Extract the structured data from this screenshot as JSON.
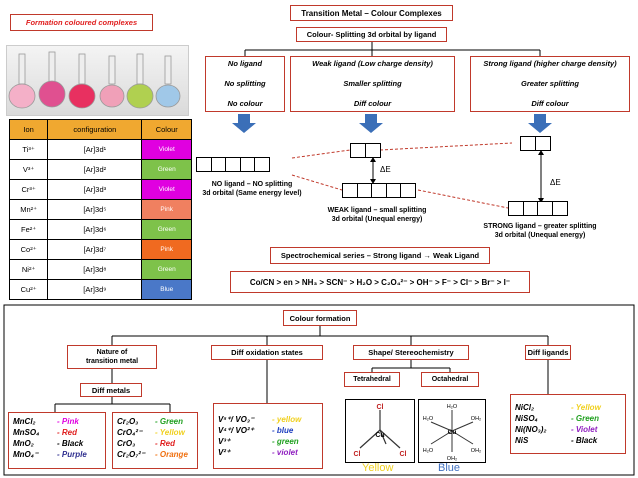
{
  "title": "Transition Metal – Colour Complexes",
  "formation_label": "Formation coloured complexes",
  "splitting_title": "Colour- Splitting 3d orbital by ligand",
  "ligand_cols": [
    {
      "head": "No ligand",
      "mid": "No splitting",
      "end": "No colour"
    },
    {
      "head": "Weak  ligand (Low charge density)",
      "mid": "Smaller splitting",
      "end": "Diff colour"
    },
    {
      "head": "Strong ligand (higher charge density)",
      "mid": "Greater splitting",
      "end": "Diff colour"
    }
  ],
  "table": {
    "headers": [
      "Ion",
      "configuration",
      "Colour"
    ],
    "rows": [
      {
        "ion": "Ti³⁺",
        "cfg": "[Ar]3d¹",
        "colour": "Violet",
        "hex": "#e000e0"
      },
      {
        "ion": "V³⁺",
        "cfg": "[Ar]3d²",
        "colour": "Green",
        "hex": "#7ec24a"
      },
      {
        "ion": "Cr³⁺",
        "cfg": "[Ar]3d³",
        "colour": "Violet",
        "hex": "#e000e0"
      },
      {
        "ion": "Mn²⁺",
        "cfg": "[Ar]3d⁵",
        "colour": "Pink",
        "hex": "#f08060"
      },
      {
        "ion": "Fe²⁺",
        "cfg": "[Ar]3d⁶",
        "colour": "Green",
        "hex": "#7ec24a"
      },
      {
        "ion": "Co²⁺",
        "cfg": "[Ar]3d⁷",
        "colour": "Pink",
        "hex": "#f06a20"
      },
      {
        "ion": "Ni²⁺",
        "cfg": "[Ar]3d⁸",
        "colour": "Green",
        "hex": "#7ec24a"
      },
      {
        "ion": "Cu²⁺",
        "cfg": "[Ar]3d⁹",
        "colour": "Blue",
        "hex": "#4a78c8"
      }
    ]
  },
  "no_ligand_caption": [
    "NO ligand – NO splitting",
    "3d orbital (Same energy level)"
  ],
  "weak_caption": [
    "WEAK ligand – small splitting",
    "3d orbital (Unequal energy)"
  ],
  "strong_caption": [
    "STRONG ligand – greater splitting",
    "3d orbital (Unequal energy)"
  ],
  "delta": "ΔE",
  "spectro": "Spectrochemical series – Strong ligand → Weak Ligand",
  "series": "Co/CN > en > NH₃ > SCN⁻ > H₂O > C₂O₄²⁻ > OH⁻ > F⁻ > Cl⁻ > Br⁻ > I⁻",
  "colour_formation": "Colour formation",
  "nature": "Nature of\ntransition metal",
  "diff_ox": "Diff oxidation states",
  "shape": "Shape/ Stereochemistry",
  "diff_lig": "Diff ligands",
  "diff_metals": "Diff metals",
  "tetra": "Tetrahedral",
  "octa": "Octahedral",
  "tetra_colour": "Yellow",
  "octa_colour": "Blue",
  "mn_list": [
    {
      "f": "MnCl₂",
      "c": "- Pink",
      "hex": "#e000e0"
    },
    {
      "f": "MnSO₄",
      "c": "- Red",
      "hex": "#e02020"
    },
    {
      "f": "MnO₂",
      "c": "- Black",
      "hex": "#000000"
    },
    {
      "f": "MnO₄⁻",
      "c": "- Purple",
      "hex": "#303090"
    }
  ],
  "cr_list": [
    {
      "f": "Cr₂O₃",
      "c": "- Green",
      "hex": "#20a020"
    },
    {
      "f": "CrO₄²⁻",
      "c": "- Yellow",
      "hex": "#f0d020"
    },
    {
      "f": "CrO₃",
      "c": "- Red",
      "hex": "#e02020"
    },
    {
      "f": "Cr₂O₇²⁻",
      "c": "- Orange",
      "hex": "#f07010"
    }
  ],
  "v_list": [
    {
      "f": "V⁵⁺/ VO₃⁻",
      "c": "- yellow",
      "hex": "#f0d020"
    },
    {
      "f": "V⁴⁺/ VO²⁺",
      "c": "- blue",
      "hex": "#2040c0"
    },
    {
      "f": "V³⁺",
      "c": "- green",
      "hex": "#20a020"
    },
    {
      "f": "V²⁺",
      "c": "- violet",
      "hex": "#9020c0"
    }
  ],
  "ni_list": [
    {
      "f": "NiCl₂",
      "c": "- Yellow",
      "hex": "#f0d020"
    },
    {
      "f": "NiSO₄",
      "c": "- Green",
      "hex": "#20a020"
    },
    {
      "f": "Ni(NO₃)₂",
      "c": "- Violet",
      "hex": "#9020c0"
    },
    {
      "f": "NiS",
      "c": "- Black",
      "hex": "#000000"
    }
  ],
  "atoms": {
    "cl": "Cl",
    "cu": "Cu",
    "h2o": "H₂O",
    "oh2": "OH₂"
  }
}
